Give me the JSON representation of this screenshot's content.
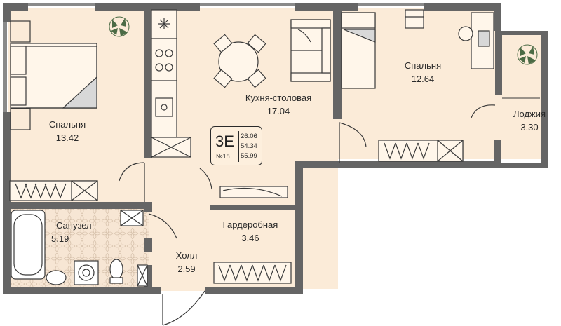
{
  "colors": {
    "wall": "#656565",
    "floor": "#fbebd8",
    "furniture_line": "#3a3a3a",
    "plant": "#4b6b45",
    "bath_tile": "#e6d6c4"
  },
  "rooms": {
    "bedroom_left": {
      "name": "Спальня",
      "area": "13.42"
    },
    "kitchen": {
      "name": "Кухня-столовая",
      "area": "17.04"
    },
    "bedroom_right": {
      "name": "Спальня",
      "area": "12.64"
    },
    "loggia": {
      "name": "Лоджия",
      "area": "3.30"
    },
    "bathroom": {
      "name": "Санузел",
      "area": "5.19"
    },
    "wardrobe": {
      "name": "Гардеробная",
      "area": "3.46"
    },
    "hall": {
      "name": "Холл",
      "area": "2.59"
    }
  },
  "apartment": {
    "code": "3E",
    "number": "№18",
    "areas": [
      "26.06",
      "54.34",
      "55.99"
    ]
  }
}
